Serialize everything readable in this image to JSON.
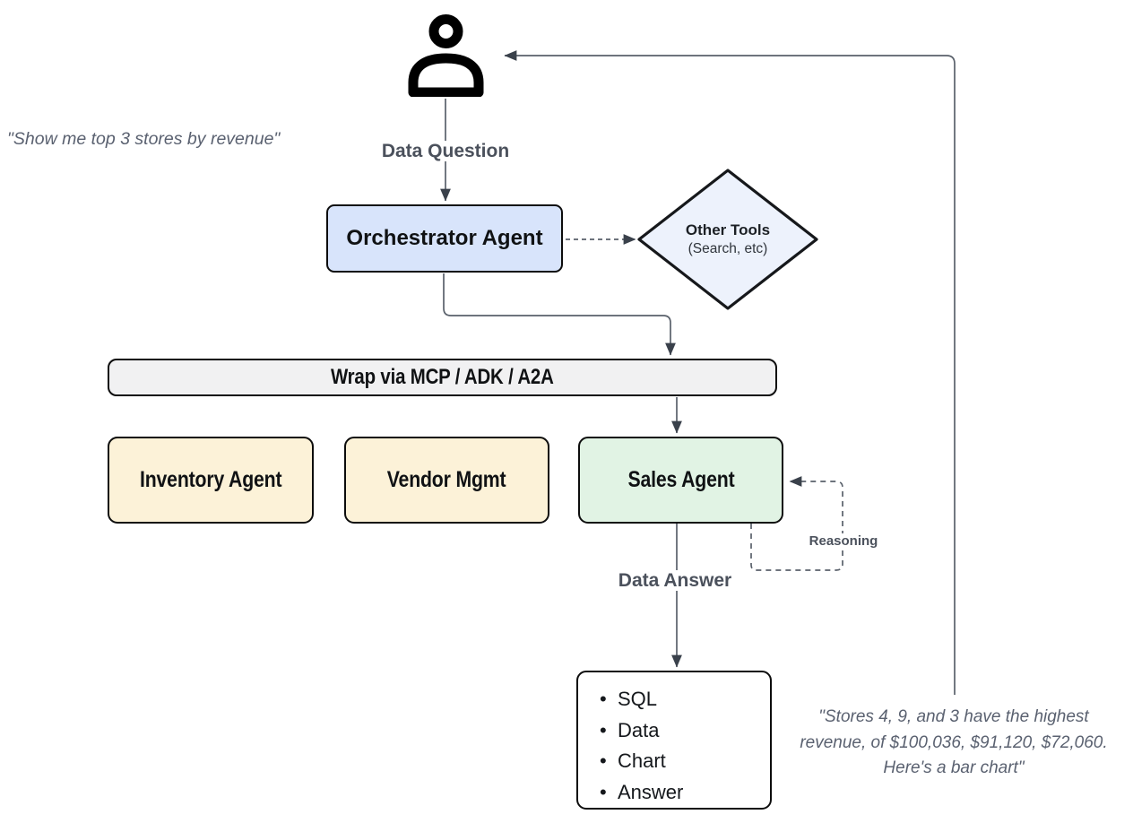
{
  "colors": {
    "line": "#5a616b",
    "arrowhead": "#3a414b",
    "orchestrator_fill": "#d8e4fb",
    "diamond_fill": "#edf2fc",
    "wrap_fill": "#f1f1f2",
    "department_fill": "#fcf2d8",
    "sales_fill": "#e1f3e4",
    "output_fill": "#ffffff"
  },
  "user": {
    "icon": "person-icon",
    "quote": "\"Show me top 3 stores by revenue\""
  },
  "flow": {
    "data_question": "Data Question",
    "data_answer": "Data Answer",
    "reasoning": "Reasoning"
  },
  "nodes": {
    "orchestrator": {
      "label": "Orchestrator Agent"
    },
    "other_tools": {
      "title": "Other Tools",
      "subtitle": "(Search, etc)"
    },
    "wrap": {
      "label": "Wrap via MCP / ADK / A2A"
    },
    "inventory": {
      "label": "Inventory Agent"
    },
    "vendor": {
      "label": "Vendor Mgmt"
    },
    "sales": {
      "label": "Sales Agent"
    },
    "output": {
      "items": [
        "SQL",
        "Data",
        "Chart",
        "Answer"
      ]
    }
  },
  "answer_quote": {
    "lines": [
      "\"Stores 4, 9, and 3 have the highest",
      "revenue, of $100,036, $91,120, $72,060.",
      "Here's a bar chart\""
    ]
  }
}
